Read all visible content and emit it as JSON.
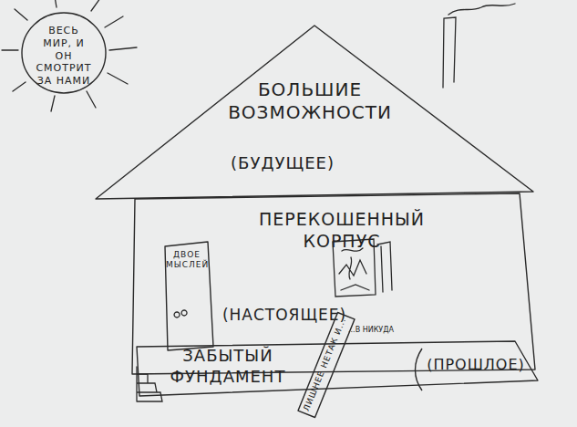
{
  "diagram": {
    "nodes": [
      {
        "text": [
          "ВЕСЬ МИР, И ОН СМОТРИТ ЗА НАМИ"
        ]
      },
      {
        "text": [
          "БОЛЬШИЕ ВОЗМОЖНОСТИ",
          "(БУДУЩЕЕ)"
        ]
      },
      {
        "text": [
          "ПЕРЕКОШЕННЫЙ КОРПУС",
          "(НАСТОЯЩЕЕ)"
        ]
      },
      {
        "text": [
          "ДВОЕ МЫСЛЕЙ"
        ],
        "in": 2
      },
      {
        "text": [
          "ЗАБЫТЫЙ ФУНДАМЕНТ",
          "(ПРОШЛОЕ)"
        ]
      },
      {
        "text": [
          "ЛИШНЕЕ НЕТАК И..."
        ],
        "in": 4
      }
    ],
    "labels": [
      "...В НИКУДА"
    ]
  }
}
